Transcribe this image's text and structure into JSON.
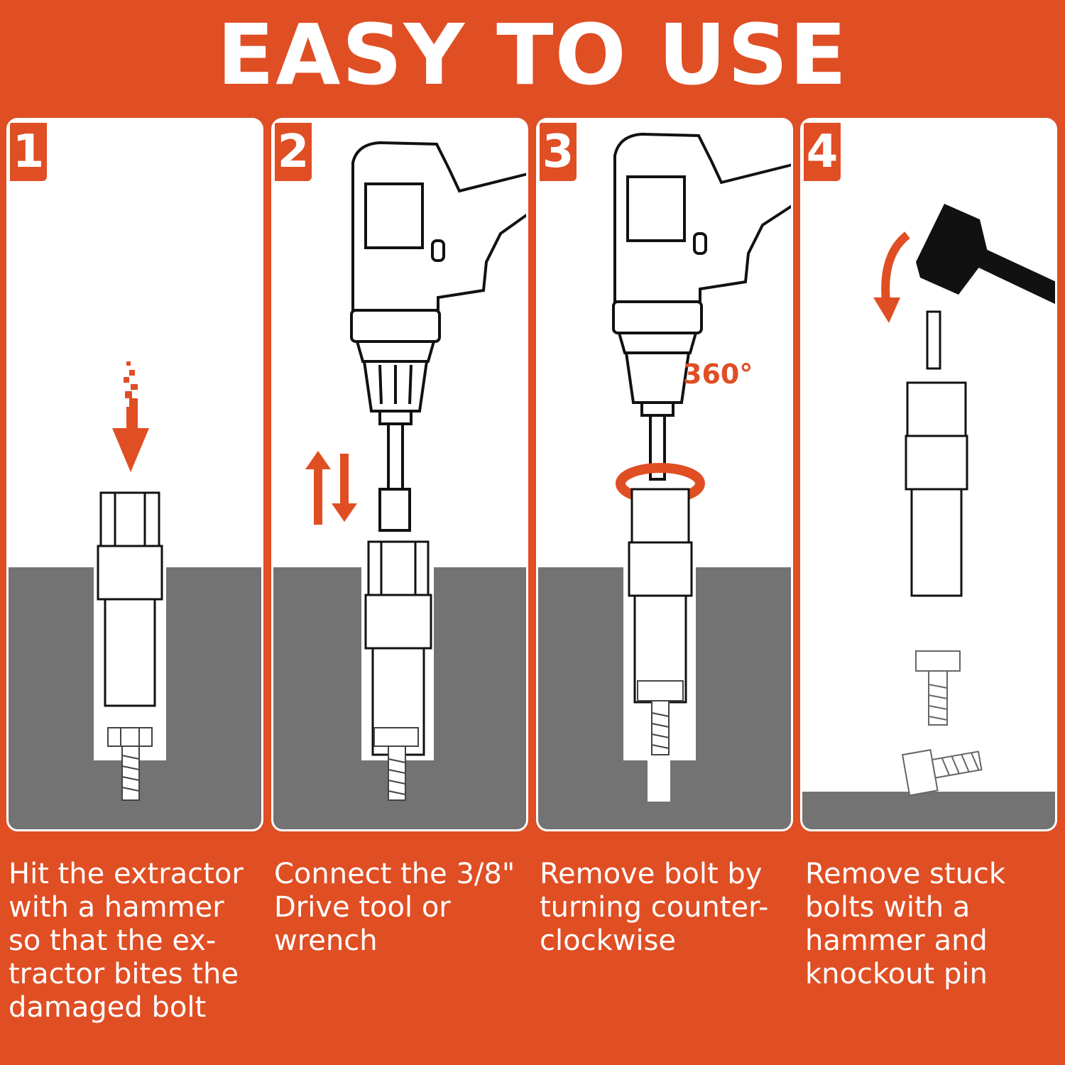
{
  "title": "EASY TO USE",
  "steps": [
    {
      "number": "1",
      "caption": "Hit the extractor with a hammer so that the ex- tractor bites the damaged bolt"
    },
    {
      "number": "2",
      "caption": "Connect the 3/8\" Drive tool or wrench"
    },
    {
      "number": "3",
      "caption": "Remove bolt by turning counter- clockwise",
      "angle_label": "360°"
    },
    {
      "number": "4",
      "caption": "Remove stuck bolts with a hammer and knockout pin"
    }
  ],
  "colors": {
    "accent": "#E04E24",
    "ground": "#737373",
    "background_panel": "#FFFFFF"
  }
}
